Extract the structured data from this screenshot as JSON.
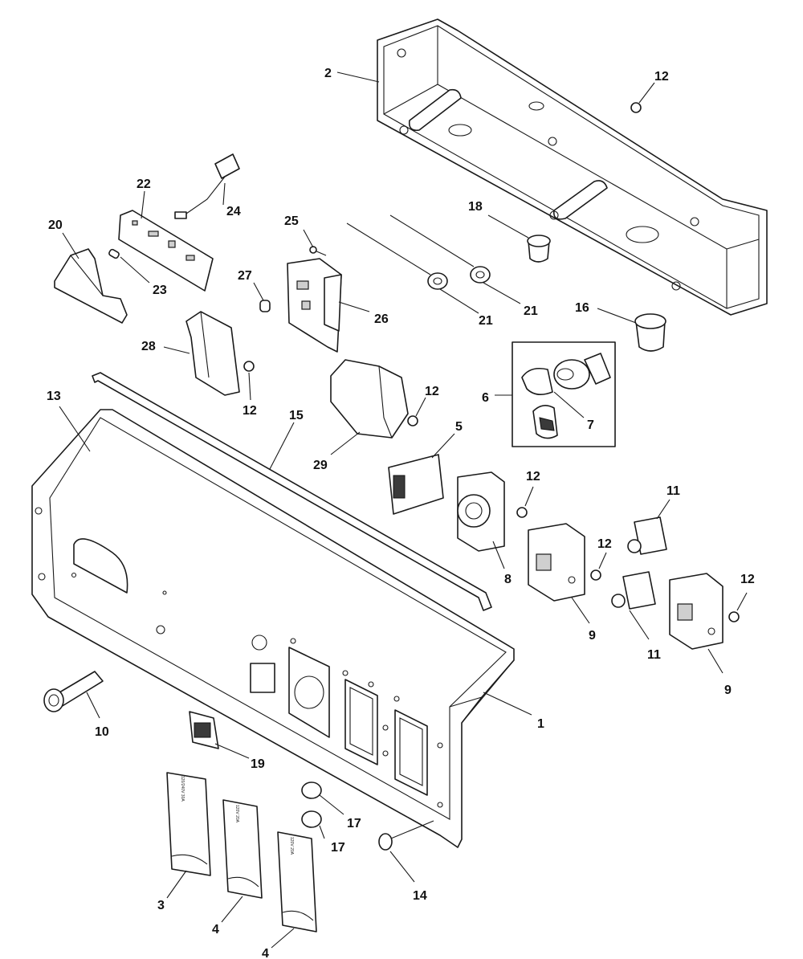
{
  "diagram": {
    "callouts": [
      "1",
      "2",
      "3",
      "4",
      "4",
      "5",
      "6",
      "7",
      "8",
      "9",
      "9",
      "10",
      "11",
      "11",
      "12",
      "12",
      "12",
      "12",
      "12",
      "12",
      "13",
      "14",
      "15",
      "16",
      "17",
      "17",
      "18",
      "19",
      "20",
      "21",
      "21",
      "22",
      "23",
      "24",
      "25",
      "26",
      "27",
      "28",
      "29"
    ],
    "cover_labels": [
      "120/240V 30A",
      "120V 20A",
      "120V 20A"
    ]
  }
}
